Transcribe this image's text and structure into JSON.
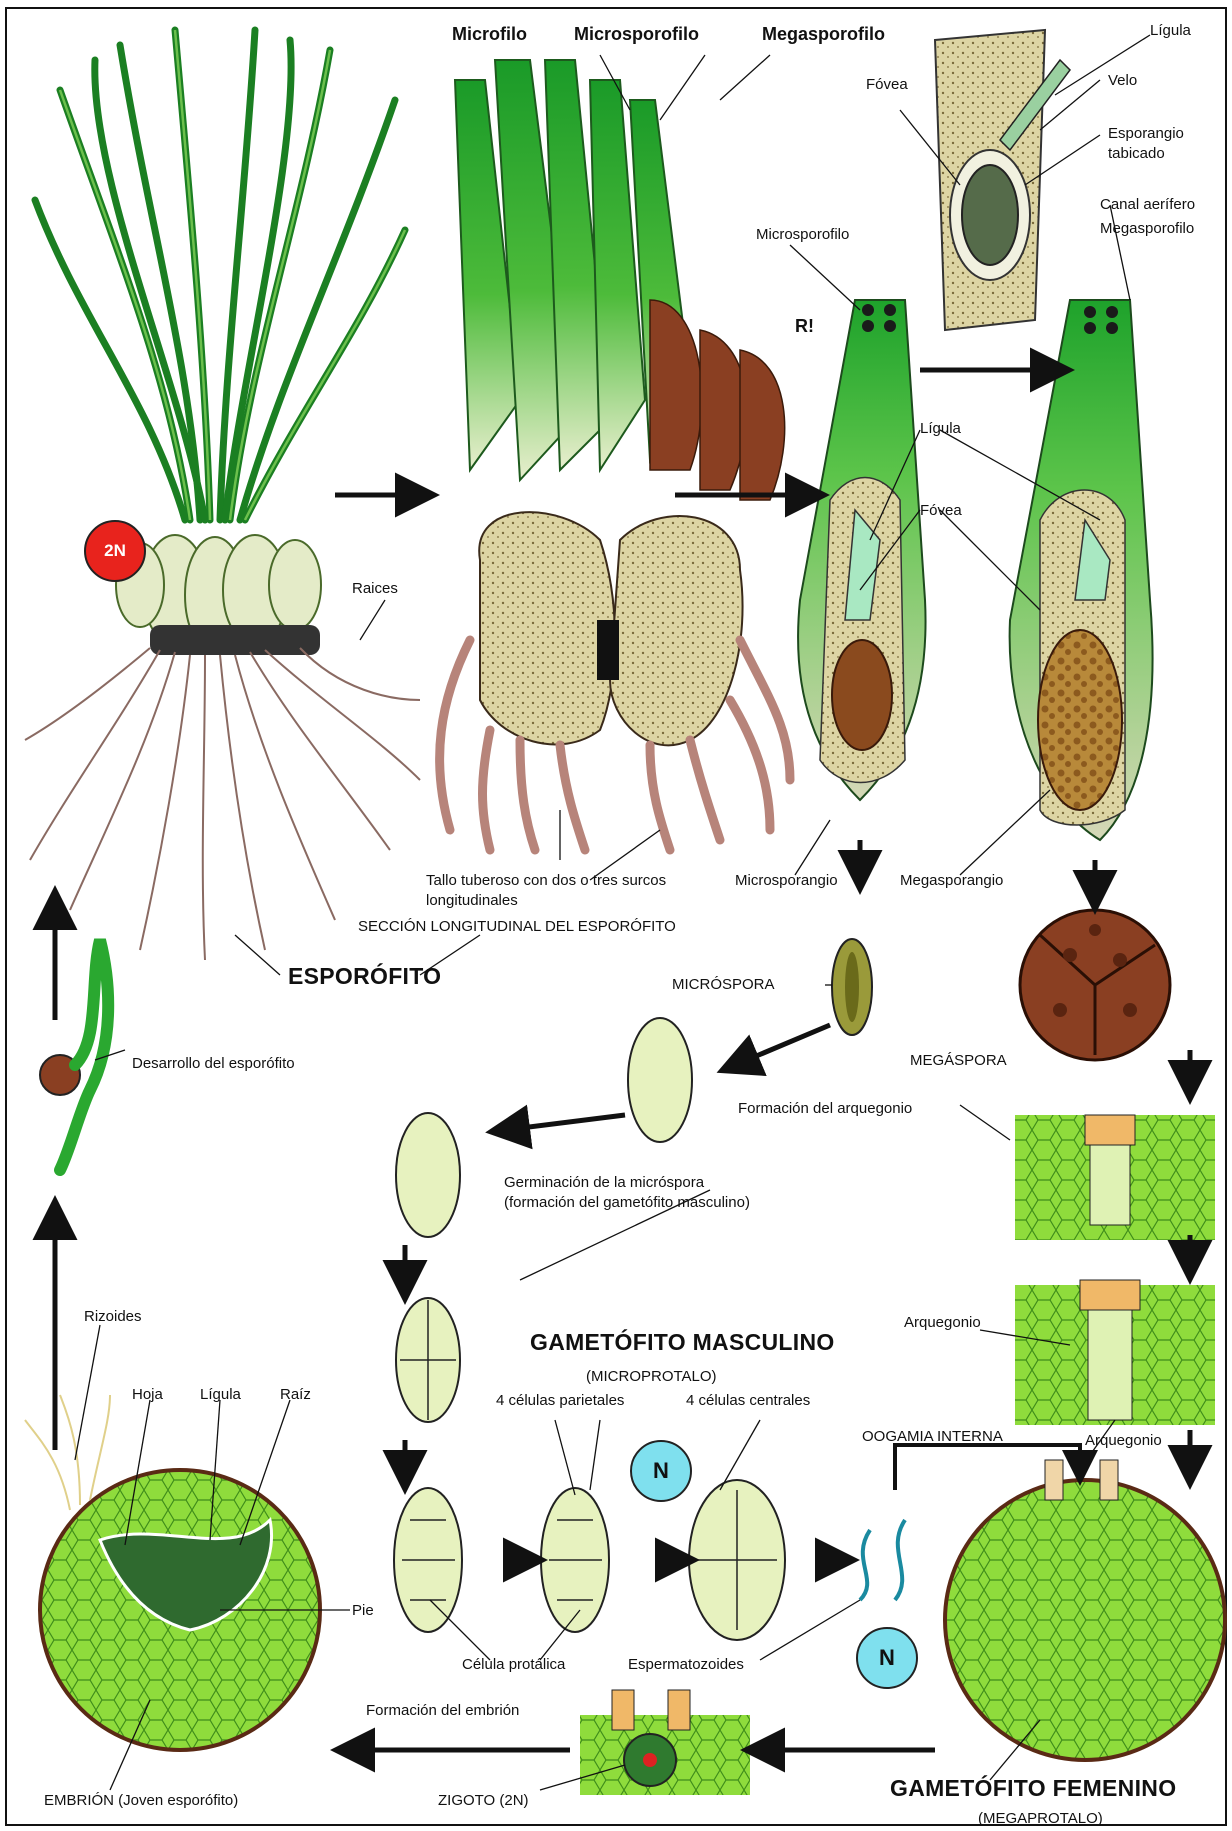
{
  "labels": {
    "microfilo": "Microfilo",
    "microsporofilo_top": "Microsporofilo",
    "megasporofilo_top": "Megasporofilo",
    "ligula_top": "Lígula",
    "fovea_top": "Fóvea",
    "velo": "Velo",
    "esporangio": "Esporangio",
    "tabicado": "tabicado",
    "canal": "Canal aerífero",
    "megasporofilo_right": "Megasporofilo",
    "microsporofilo_mid": "Microsporofilo",
    "r_mark": "R!",
    "ligula_mid": "Lígula",
    "fovea_mid": "Fóvea",
    "raices": "Raices",
    "tallo1": "Tallo tuberoso con dos o tres surcos",
    "tallo2": "longitudinales",
    "seccion": "SECCIÓN LONGITUDINAL DEL ESPORÓFITO",
    "microsporangio": "Microsporangio",
    "megasporangio": "Megasporangio",
    "esporofito": "ESPORÓFITO",
    "microspora": "MICRÓSPORA",
    "megaspora": "MEGÁSPORA",
    "desarrollo": "Desarrollo del esporófito",
    "formacion_arq": "Formación del arquegonio",
    "germinacion1": "Germinación de la micróspora",
    "germinacion2": "(formación del gametófito masculino)",
    "arquegonio_mid": "Arquegonio",
    "rizoides": "Rizoides",
    "gam_masc": "GAMETÓFITO MASCULINO",
    "microprotalo": "(MICROPROTALO)",
    "parietales": "4 células parietales",
    "centrales": "4 células centrales",
    "hoja": "Hoja",
    "ligula_low": "Lígula",
    "raiz": "Raíz",
    "oogamia": "OOGAMIA INTERNA",
    "arquegonio_low": "Arquegonio",
    "pie": "Pie",
    "celula": "Célula protálica",
    "esperma": "Espermatozoides",
    "formacion_emb": "Formación del embrión",
    "embrion": "EMBRIÓN (Joven esporófito)",
    "zigoto": "ZIGOTO (2N)",
    "gam_fem": "GAMETÓFITO FEMENINO",
    "megaprotalo": "(MEGAPROTALO)"
  },
  "badges": {
    "diploid": "2N",
    "haploid_top": "N",
    "haploid_bottom": "N"
  },
  "colors": {
    "leaf_green": "#1f9e2a",
    "tissue_green": "#8fdc3c",
    "cream": "#d9d29a",
    "root_pink": "#b7847a",
    "spore_brown": "#8a3f22",
    "badge_red": "#e8231d",
    "badge_cyan": "#7fe0ee",
    "ligula_mint": "#a9e8c2"
  }
}
